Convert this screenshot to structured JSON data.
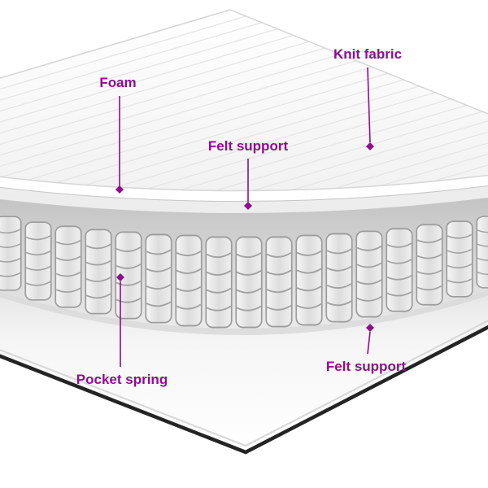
{
  "diagram": {
    "description": "Mattress cutaway layers diagram",
    "labels": [
      {
        "id": "knit-fabric",
        "text": "Knit fabric"
      },
      {
        "id": "foam",
        "text": "Foam"
      },
      {
        "id": "felt-support-top",
        "text": "Felt support"
      },
      {
        "id": "pocket-spring",
        "text": "Pocket spring"
      },
      {
        "id": "felt-support-bottom",
        "text": "Felt support"
      }
    ],
    "colors": {
      "label_text": "#8e0e8e",
      "base_outline": "#242424",
      "spring_fill": "#e9e9e9",
      "background": "#ffffff"
    }
  }
}
